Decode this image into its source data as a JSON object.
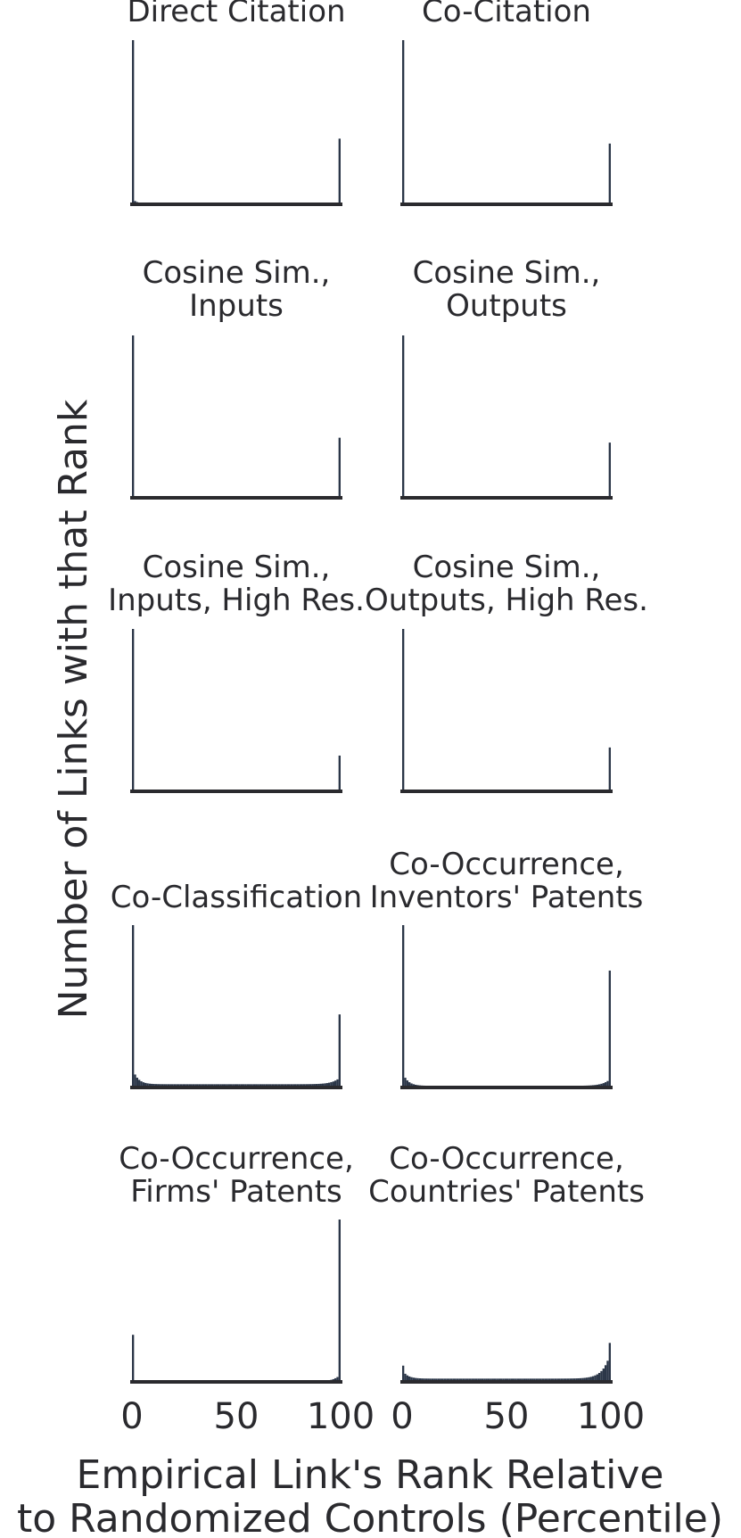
{
  "chart_data": {
    "type": "bar",
    "xlabel_lines": [
      "Empirical Link's Rank Relative",
      "to Randomized Controls (Percentile)"
    ],
    "ylabel": "Number of Links with that Rank",
    "xlim": [
      0,
      100
    ],
    "xticks": [
      "0",
      "50",
      "100"
    ],
    "panels": [
      {
        "title_lines": [
          "Direct Citation"
        ],
        "left": 1.0,
        "right": 0.4,
        "edge_bump": 0.02,
        "floor": 0.0,
        "right_ramp": 0.0
      },
      {
        "title_lines": [
          "Co-Citation"
        ],
        "left": 1.0,
        "right": 0.37,
        "edge_bump": 0.0,
        "floor": 0.0,
        "right_ramp": 0.0
      },
      {
        "title_lines": [
          "Cosine Sim.,",
          "Inputs"
        ],
        "left": 1.0,
        "right": 0.37,
        "edge_bump": 0.0,
        "floor": 0.0,
        "right_ramp": 0.0
      },
      {
        "title_lines": [
          "Cosine Sim.,",
          "Outputs"
        ],
        "left": 1.0,
        "right": 0.34,
        "edge_bump": 0.0,
        "floor": 0.0,
        "right_ramp": 0.0
      },
      {
        "title_lines": [
          "Cosine Sim.,",
          "Inputs, High Res."
        ],
        "left": 1.0,
        "right": 0.22,
        "edge_bump": 0.0,
        "floor": 0.0,
        "right_ramp": 0.0
      },
      {
        "title_lines": [
          "Cosine Sim.,",
          "Outputs, High Res."
        ],
        "left": 1.0,
        "right": 0.27,
        "edge_bump": 0.0,
        "floor": 0.0,
        "right_ramp": 0.0
      },
      {
        "title_lines": [
          "Co-Classification"
        ],
        "left": 1.0,
        "right": 0.45,
        "edge_bump": 0.06,
        "floor": 0.02,
        "right_ramp": 0.03
      },
      {
        "title_lines": [
          "Co-Occurrence,",
          "Inventors' Patents"
        ],
        "left": 1.0,
        "right": 0.72,
        "edge_bump": 0.05,
        "floor": 0.01,
        "right_ramp": 0.03
      },
      {
        "title_lines": [
          "Co-Occurrence,",
          "Firms' Patents"
        ],
        "left": 0.29,
        "right": 1.0,
        "edge_bump": 0.0,
        "floor": 0.0,
        "right_ramp": 0.03
      },
      {
        "title_lines": [
          "Co-Occurrence,",
          "Countries' Patents"
        ],
        "left": 0.1,
        "right": 0.24,
        "edge_bump": 0.03,
        "floor": 0.02,
        "right_ramp": 0.11
      }
    ],
    "bar_color": "#2b3648",
    "axis_color": "#2a2a2e",
    "grid": false
  }
}
